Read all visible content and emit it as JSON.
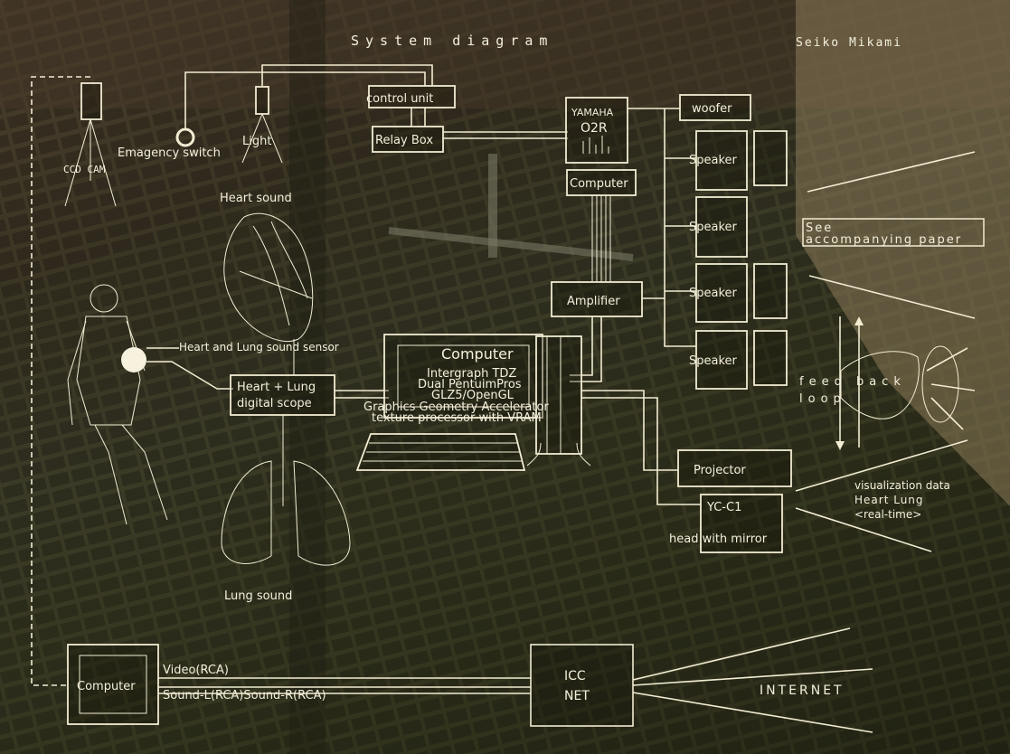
{
  "title": "System diagram",
  "author": "Seiko Mikami",
  "labels": {
    "ccd_cam": "CCD CAM",
    "emergency_switch": "Emagency switch",
    "light": "Light",
    "control_unit": "control unit",
    "relay_box": "Relay Box",
    "yamaha_1": "YAMAHA",
    "yamaha_2": "O2R",
    "computer_small": "Computer",
    "woofer": "woofer",
    "speaker": "Speaker",
    "amplifier": "Amplifier",
    "heart_sound": "Heart sound",
    "sensor": "Heart and Lung sound sensor",
    "scope_1": "Heart + Lung",
    "scope_2": "digital scope",
    "lung_sound": "Lung sound",
    "main_computer": {
      "title": "Computer",
      "lines": [
        "Intergraph TDZ",
        "Dual PentuimPros",
        "GLZ5/OpenGL",
        "Graphics Geometry Accelerator",
        "texture processor with VRAM"
      ]
    },
    "projector": "Projector",
    "yc_c1": "YC-C1",
    "head_mirror": "head with mirror",
    "see_paper_1": "See",
    "see_paper_2": "accompanying paper",
    "feedback_1": "feed back",
    "feedback_2": "loop",
    "vis_1": "visualization data",
    "vis_2": "Heart  Lung",
    "vis_3": "<real-time>",
    "bottom_computer": "Computer",
    "video": "Video(RCA)",
    "sound": "Sound-L(RCA)Sound-R(RCA)",
    "icc_1": "ICC",
    "icc_2": "NET",
    "internet": "INTERNET"
  },
  "colors": {
    "line": "#f1ecd2",
    "background": "#3a3a26"
  }
}
